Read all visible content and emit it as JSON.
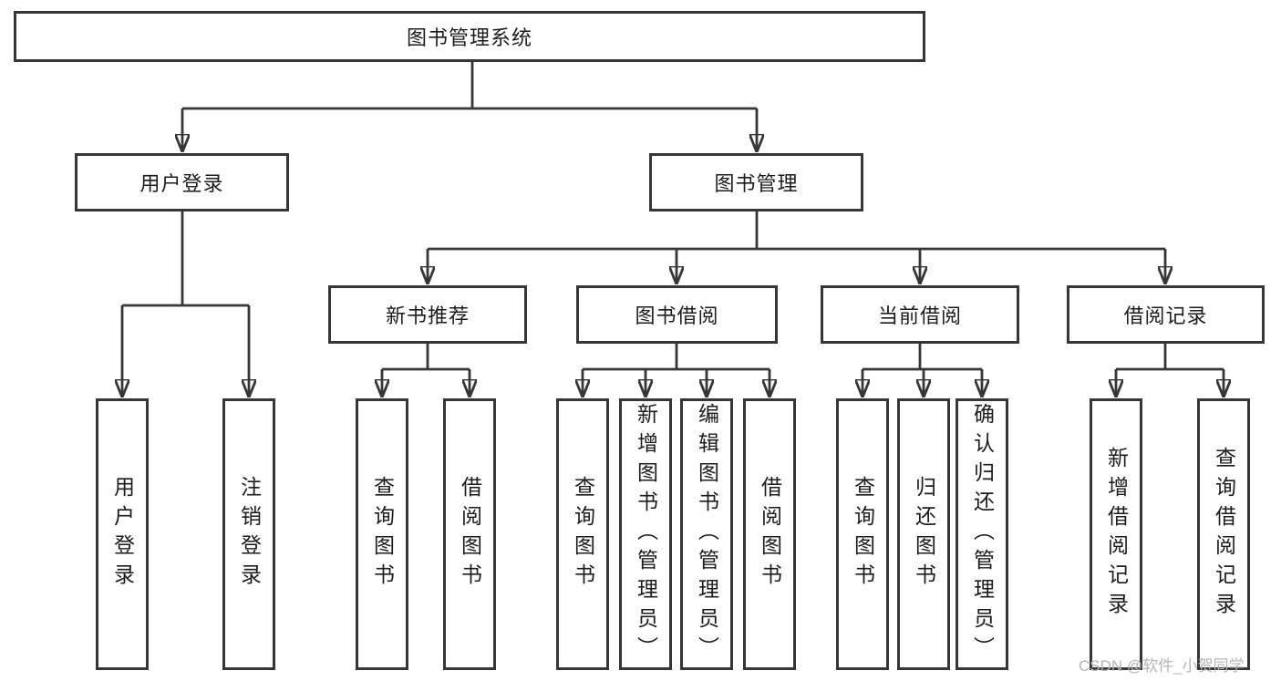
{
  "diagram": {
    "root": {
      "label": "图书管理系统"
    },
    "children": [
      {
        "label": "用户登录",
        "children": [
          {
            "label": "用户登录"
          },
          {
            "label": "注销登录"
          }
        ]
      },
      {
        "label": "图书管理",
        "children": [
          {
            "label": "新书推荐",
            "children": [
              {
                "label": "查询图书"
              },
              {
                "label": "借阅图书"
              }
            ]
          },
          {
            "label": "图书借阅",
            "children": [
              {
                "label": "查询图书"
              },
              {
                "label": "新增图书（管理员）"
              },
              {
                "label": "编辑图书（管理员）"
              },
              {
                "label": "借阅图书"
              }
            ]
          },
          {
            "label": "当前借阅",
            "children": [
              {
                "label": "查询图书"
              },
              {
                "label": "归还图书"
              },
              {
                "label": "确认归还（管理员）"
              }
            ]
          },
          {
            "label": "借阅记录",
            "children": [
              {
                "label": "新增借阅记录"
              },
              {
                "label": "查询借阅记录"
              }
            ]
          }
        ]
      }
    ],
    "watermark": "CSDN @软件_小贺同学",
    "colors": {
      "line": "#363636",
      "text": "#1c1c1c",
      "watermark": "#b5b5b5",
      "background": "#ffffff"
    }
  }
}
